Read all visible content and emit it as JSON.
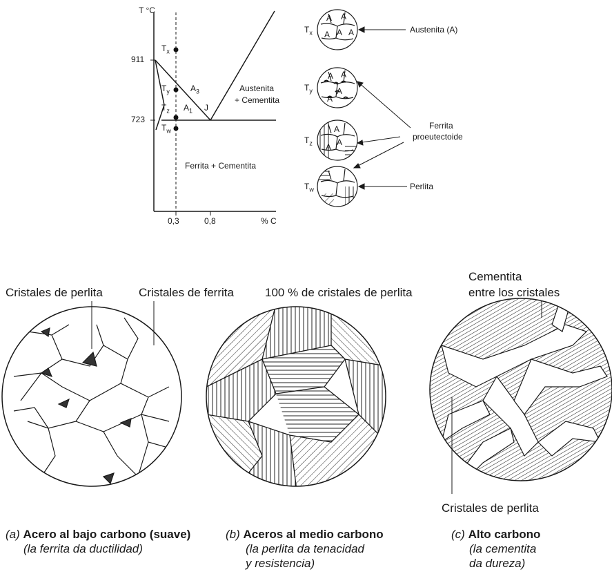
{
  "phase_diagram": {
    "y_axis_label": "T °C",
    "x_axis_label": "% C",
    "tick_911": "911",
    "tick_723": "723",
    "tick_03": "0,3",
    "tick_08": "0,8",
    "points": [
      {
        "letter": "T",
        "sub": "x"
      },
      {
        "letter": "T",
        "sub": "y"
      },
      {
        "letter": "T",
        "sub": "z"
      },
      {
        "letter": "T",
        "sub": "w"
      }
    ],
    "region_a3": {
      "letter": "A",
      "sub": "3"
    },
    "region_a1": {
      "letter": "A",
      "sub": "1"
    },
    "point_j": "J",
    "austenita_line1": "Austenita",
    "austenita_line2": "+ Cementita",
    "ferrita_cementita": "Ferrita + Cementita"
  },
  "microstructures": {
    "tx": {
      "letter": "T",
      "sub": "x"
    },
    "ty": {
      "letter": "T",
      "sub": "y"
    },
    "tz": {
      "letter": "T",
      "sub": "z"
    },
    "tw": {
      "letter": "T",
      "sub": "w"
    },
    "grain_letter": "A",
    "austenita_label": "Austenita (A)",
    "ferrita_line1": "Ferrita",
    "ferrita_line2": "proeutectoide",
    "perlita_label": "Perlita"
  },
  "bottom": {
    "label_cristales_perlita": "Cristales de perlita",
    "label_cristales_ferrita": "Cristales de ferrita",
    "label_100_perlita": "100 % de cristales de perlita",
    "label_cementita_1": "Cementita",
    "label_cementita_2": "entre los cristales",
    "label_cristales_perlita_c": "Cristales de perlita",
    "captions": [
      {
        "letter": "(a)",
        "title": "Acero al bajo carbono (suave)",
        "note1": "(la ferrita da ductilidad)",
        "note2": ""
      },
      {
        "letter": "(b)",
        "title": "Aceros al medio carbono",
        "note1": "(la perlita da tenacidad",
        "note2": "y resistencia)"
      },
      {
        "letter": "(c)",
        "title": "Alto carbono",
        "note1": "(la cementita",
        "note2": "da dureza)"
      }
    ]
  }
}
